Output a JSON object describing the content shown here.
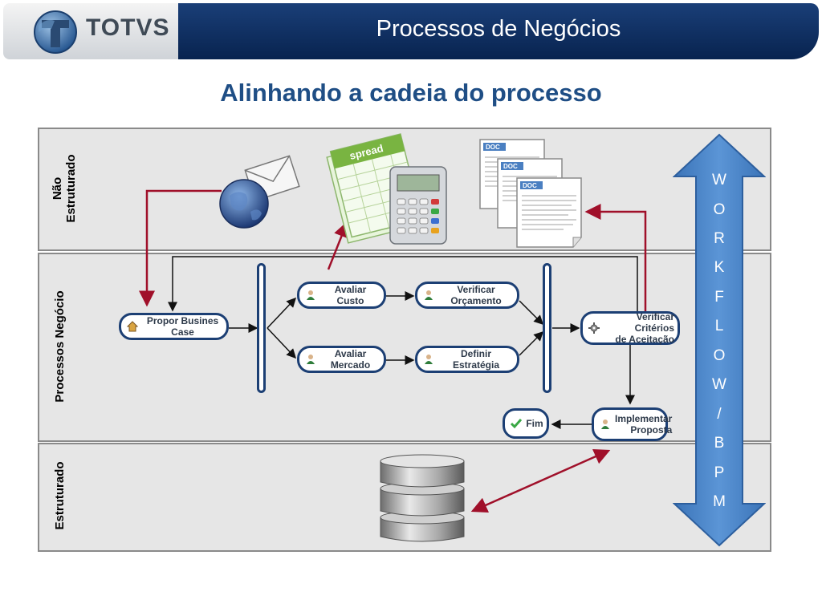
{
  "header": {
    "logo_text": "TOTVS",
    "title": "Processos de Negócios"
  },
  "subtitle": "Alinhando a cadeia do processo",
  "lanes": {
    "top": "Não\nEstruturado",
    "middle": "Processos Negócio",
    "bottom": "Estruturado"
  },
  "icons": {
    "spreadsheet_label": "spread",
    "doc_label": "DOC"
  },
  "process": {
    "propor": "Propor Busines Case",
    "avaliar_custo": "Avaliar Custo",
    "verificar_orcamento": "Verificar Orçamento",
    "avaliar_mercado": "Avaliar Mercado",
    "definir_estrategia": "Definir Estratégia",
    "verificar_criterios": "Verificar Critérios\nde Aceitação",
    "implementar": "Implementar\nProposta",
    "fim": "Fim"
  },
  "workflow_letters": [
    "W",
    "O",
    "R",
    "K",
    "F",
    "L",
    "O",
    "W",
    "/",
    "B",
    "P",
    "M"
  ],
  "colors": {
    "header_blue": "#0b2a5b",
    "title_blue": "#1f4e85",
    "arrow_red": "#a0102a",
    "box_border": "#1c3f74",
    "workflow_blue": "#4a86c8"
  }
}
